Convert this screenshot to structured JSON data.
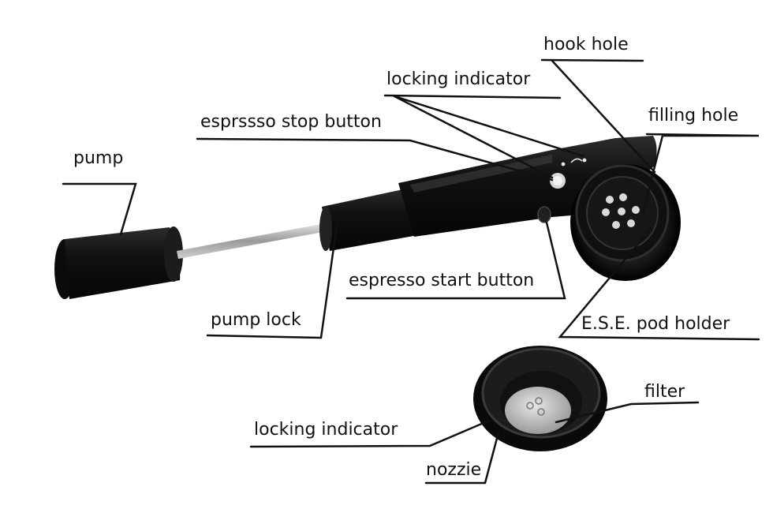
{
  "labels": {
    "pump": "pump",
    "pump_lock": "pump lock",
    "stop_button": "esprssso stop button",
    "locking_indicator_top": "locking indicator",
    "hook_hole": "hook hole",
    "filling_hole": "filling hole",
    "start_button": "espresso start button",
    "pod_holder": "E.S.E. pod holder",
    "filter": "filter",
    "locking_indicator_bottom": "locking indicator",
    "nozzle": "nozzie"
  },
  "colors": {
    "background": "#ffffff",
    "device_body": "#151515",
    "device_highlight": "#3a3a3a",
    "rod": "#b8b8b8",
    "filter_metal": "#c9c9c9",
    "leader_line": "#111111"
  }
}
